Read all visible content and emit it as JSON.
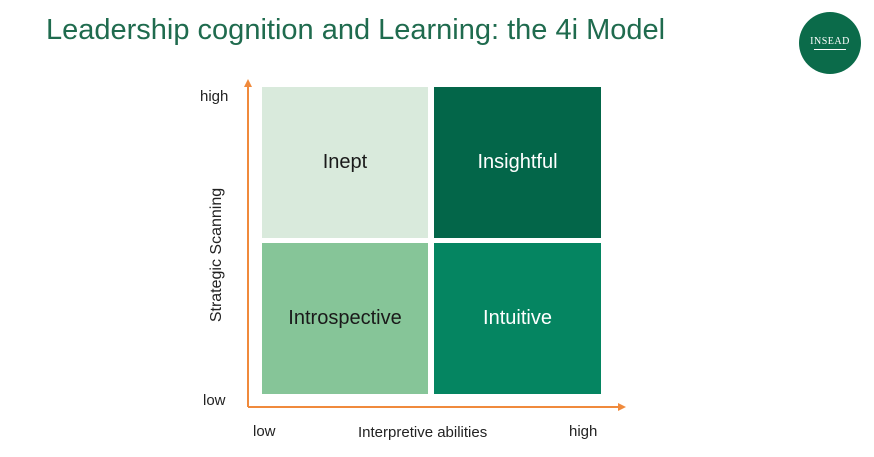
{
  "slide": {
    "title": "Leadership cognition and Learning: the 4i Model"
  },
  "logo": {
    "text": "INSEAD",
    "color": "#0b6b4a"
  },
  "matrix": {
    "y_axis": {
      "title": "Strategic Scanning",
      "low": "low",
      "high": "high"
    },
    "x_axis": {
      "title": "Interpretive abilities",
      "low": "low",
      "high": "high"
    },
    "axis_color": "#f08a3c",
    "quadrants": {
      "top_left": {
        "label": "Inept",
        "fill": "#d9eadc",
        "text_color": "#1a1a1a"
      },
      "top_right": {
        "label": "Insightful",
        "fill": "#036649",
        "text_color": "#ffffff"
      },
      "bottom_left": {
        "label": "Introspective",
        "fill": "#86c598",
        "text_color": "#1a1a1a"
      },
      "bottom_right": {
        "label": "Intuitive",
        "fill": "#058561",
        "text_color": "#ffffff"
      }
    }
  }
}
